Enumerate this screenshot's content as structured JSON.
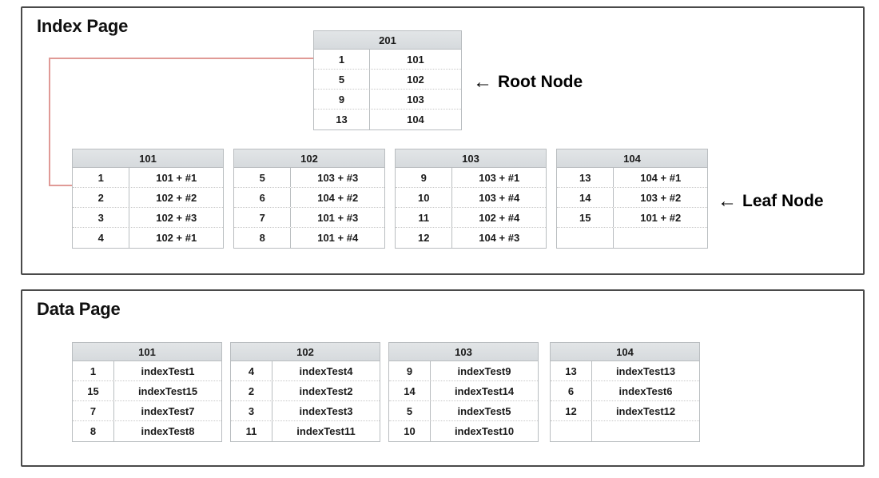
{
  "index_page": {
    "title": "Index Page",
    "root_node": {
      "header": "201",
      "rows": [
        {
          "key": "1",
          "value": "101"
        },
        {
          "key": "5",
          "value": "102"
        },
        {
          "key": "9",
          "value": "103"
        },
        {
          "key": "13",
          "value": "104"
        }
      ]
    },
    "leaf_nodes": [
      {
        "header": "101",
        "rows": [
          {
            "key": "1",
            "value": "101 + #1"
          },
          {
            "key": "2",
            "value": "102 + #2"
          },
          {
            "key": "3",
            "value": "102 + #3"
          },
          {
            "key": "4",
            "value": "102 + #1"
          }
        ]
      },
      {
        "header": "102",
        "rows": [
          {
            "key": "5",
            "value": "103 + #3"
          },
          {
            "key": "6",
            "value": "104 + #2"
          },
          {
            "key": "7",
            "value": "101 + #3"
          },
          {
            "key": "8",
            "value": "101 + #4"
          }
        ]
      },
      {
        "header": "103",
        "rows": [
          {
            "key": "9",
            "value": "103 + #1"
          },
          {
            "key": "10",
            "value": "103 + #4"
          },
          {
            "key": "11",
            "value": "102 + #4"
          },
          {
            "key": "12",
            "value": "104 + #3"
          }
        ]
      },
      {
        "header": "104",
        "rows": [
          {
            "key": "13",
            "value": "104 + #1"
          },
          {
            "key": "14",
            "value": "103 + #2"
          },
          {
            "key": "15",
            "value": "101 + #2"
          },
          {
            "key": "",
            "value": ""
          }
        ]
      }
    ],
    "annotations": {
      "root_label": "Root Node",
      "leaf_label": "Leaf Node",
      "arrow_glyph": "←"
    },
    "connector_color": "#e09a96"
  },
  "data_page": {
    "title": "Data Page",
    "tables": [
      {
        "header": "101",
        "rows": [
          {
            "key": "1",
            "value": "indexTest1"
          },
          {
            "key": "15",
            "value": "indexTest15"
          },
          {
            "key": "7",
            "value": "indexTest7"
          },
          {
            "key": "8",
            "value": "indexTest8"
          }
        ]
      },
      {
        "header": "102",
        "rows": [
          {
            "key": "4",
            "value": "indexTest4"
          },
          {
            "key": "2",
            "value": "indexTest2"
          },
          {
            "key": "3",
            "value": "indexTest3"
          },
          {
            "key": "11",
            "value": "indexTest11"
          }
        ]
      },
      {
        "header": "103",
        "rows": [
          {
            "key": "9",
            "value": "indexTest9"
          },
          {
            "key": "14",
            "value": "indexTest14"
          },
          {
            "key": "5",
            "value": "indexTest5"
          },
          {
            "key": "10",
            "value": "indexTest10"
          }
        ]
      },
      {
        "header": "104",
        "rows": [
          {
            "key": "13",
            "value": "indexTest13"
          },
          {
            "key": "6",
            "value": "indexTest6"
          },
          {
            "key": "12",
            "value": "indexTest12"
          },
          {
            "key": "",
            "value": ""
          }
        ]
      }
    ]
  },
  "colors": {
    "panel_border": "#4a4a4a",
    "table_header_bg": "#dcdfe1",
    "table_border": "#b9bdc0",
    "connector_red": "#e09a96",
    "text": "#1a1a1a"
  }
}
